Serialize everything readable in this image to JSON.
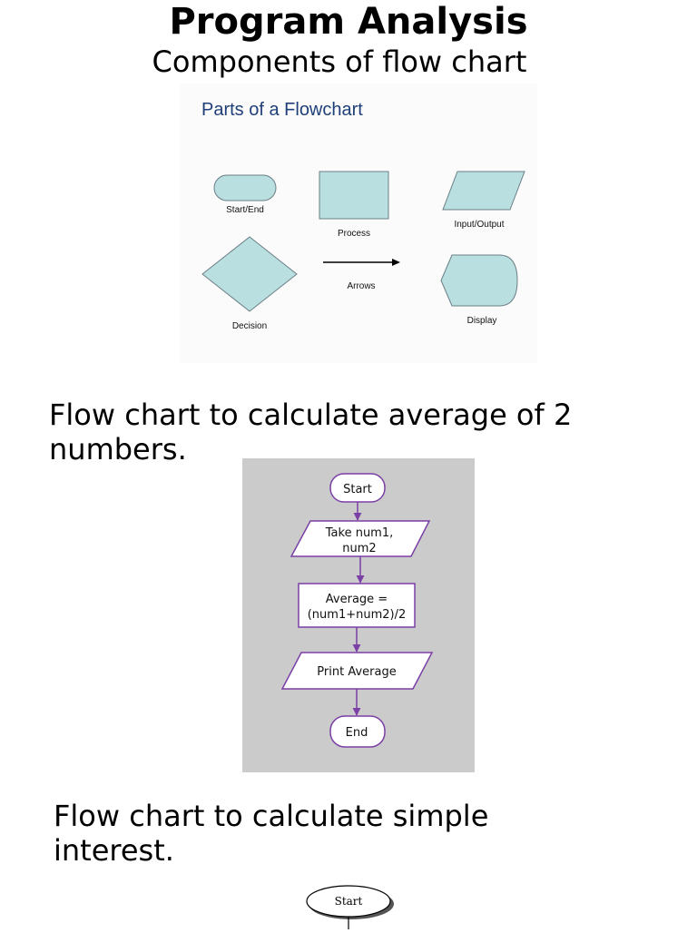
{
  "title": "Program Analysis",
  "subtitle": "Components of flow chart",
  "parts_figure": {
    "title": "Parts of a Flowchart",
    "labels": {
      "start_end": "Start/End",
      "process": "Process",
      "input_output": "Input/Output",
      "decision": "Decision",
      "arrows": "Arrows",
      "display": "Display"
    },
    "shape_fill": "#b9dfe1",
    "title_color": "#1f3f78"
  },
  "section_average": {
    "heading": "Flow chart to calculate average of 2 numbers."
  },
  "average_flowchart": {
    "start": "Start",
    "input_line1": "Take num1,",
    "input_line2": "num2",
    "process_line1": "Average =",
    "process_line2": "(num1+num2)/2",
    "output": "Print Average",
    "end": "End",
    "stroke_color": "#7b3fa5",
    "background": "#cbcbcc"
  },
  "section_interest": {
    "heading": "Flow chart to calculate simple interest."
  },
  "interest_flowchart": {
    "start": "Start"
  }
}
